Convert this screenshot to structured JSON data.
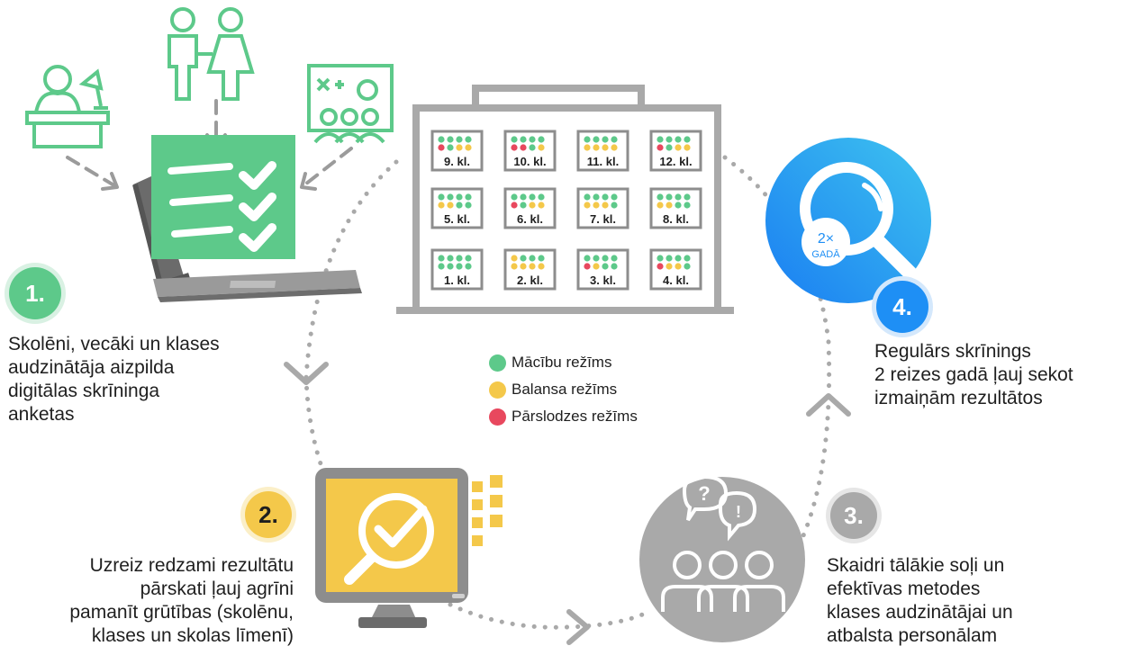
{
  "classes": [
    {
      "label": "9. kl.",
      "dots": [
        "g",
        "g",
        "g",
        "g",
        "r",
        "g",
        "y",
        "y"
      ]
    },
    {
      "label": "10. kl.",
      "dots": [
        "g",
        "g",
        "g",
        "g",
        "r",
        "r",
        "g",
        "y"
      ]
    },
    {
      "label": "11. kl.",
      "dots": [
        "g",
        "g",
        "g",
        "g",
        "y",
        "y",
        "y",
        "y"
      ]
    },
    {
      "label": "12. kl.",
      "dots": [
        "g",
        "g",
        "g",
        "g",
        "r",
        "g",
        "y",
        "y"
      ]
    },
    {
      "label": "5. kl.",
      "dots": [
        "g",
        "g",
        "g",
        "g",
        "y",
        "y",
        "g",
        "g"
      ]
    },
    {
      "label": "6. kl.",
      "dots": [
        "g",
        "g",
        "g",
        "g",
        "r",
        "g",
        "y",
        "y"
      ]
    },
    {
      "label": "7. kl.",
      "dots": [
        "g",
        "g",
        "g",
        "g",
        "y",
        "y",
        "y",
        "g"
      ]
    },
    {
      "label": "8. kl.",
      "dots": [
        "g",
        "g",
        "g",
        "g",
        "y",
        "y",
        "g",
        "g"
      ]
    },
    {
      "label": "1. kl.",
      "dots": [
        "g",
        "g",
        "g",
        "g",
        "g",
        "g",
        "g",
        "g"
      ]
    },
    {
      "label": "2. kl.",
      "dots": [
        "y",
        "g",
        "g",
        "g",
        "y",
        "y",
        "y",
        "y"
      ]
    },
    {
      "label": "3. kl.",
      "dots": [
        "g",
        "g",
        "g",
        "g",
        "r",
        "y",
        "g",
        "g"
      ]
    },
    {
      "label": "4. kl.",
      "dots": [
        "g",
        "g",
        "g",
        "g",
        "r",
        "y",
        "y",
        "g"
      ]
    }
  ],
  "legend": [
    {
      "label": "Mācību režīms",
      "color": "#5dc98a"
    },
    {
      "label": "Balansa režīms",
      "color": "#f4c84a"
    },
    {
      "label": "Pārslodzes režīms",
      "color": "#e8485e"
    }
  ],
  "colors": {
    "g": "#5dc98a",
    "y": "#f4c84a",
    "r": "#e8485e",
    "accent_green": "#5dc98a",
    "accent_blue": "#1e8ff5",
    "gray": "#a9a9a9"
  },
  "steps": [
    {
      "number": "1.",
      "lines": [
        "Skolēni, vecāki un klases",
        "audzinātāja aizpilda",
        "digitālas skrīninga",
        "anketas"
      ]
    },
    {
      "number": "2.",
      "lines": [
        "Uzreiz redzami rezultātu",
        "pārskati ļauj agrīni",
        "pamanīt grūtības (skolēnu,",
        "klases un skolas līmenī)"
      ]
    },
    {
      "number": "3.",
      "lines": [
        "Skaidri tālākie soļi un",
        "efektīvas metodes",
        "klases audzinātājai un",
        "atbalsta personālam"
      ]
    },
    {
      "number": "4.",
      "lines": [
        "Regulārs skrīnings",
        "2  reizes gadā ļauj sekot",
        "izmaiņām rezultātos"
      ]
    }
  ],
  "magnifier": {
    "frequency": "2×",
    "unit": "GADĀ"
  },
  "icons": {
    "student": "student-icon",
    "parents": "parents-icon",
    "teacher": "teacher-icon",
    "laptop": "laptop-checklist-icon",
    "school": "school-building-icon",
    "monitor": "monitor-check-icon",
    "group": "group-discussion-icon",
    "search": "magnifier-icon"
  }
}
